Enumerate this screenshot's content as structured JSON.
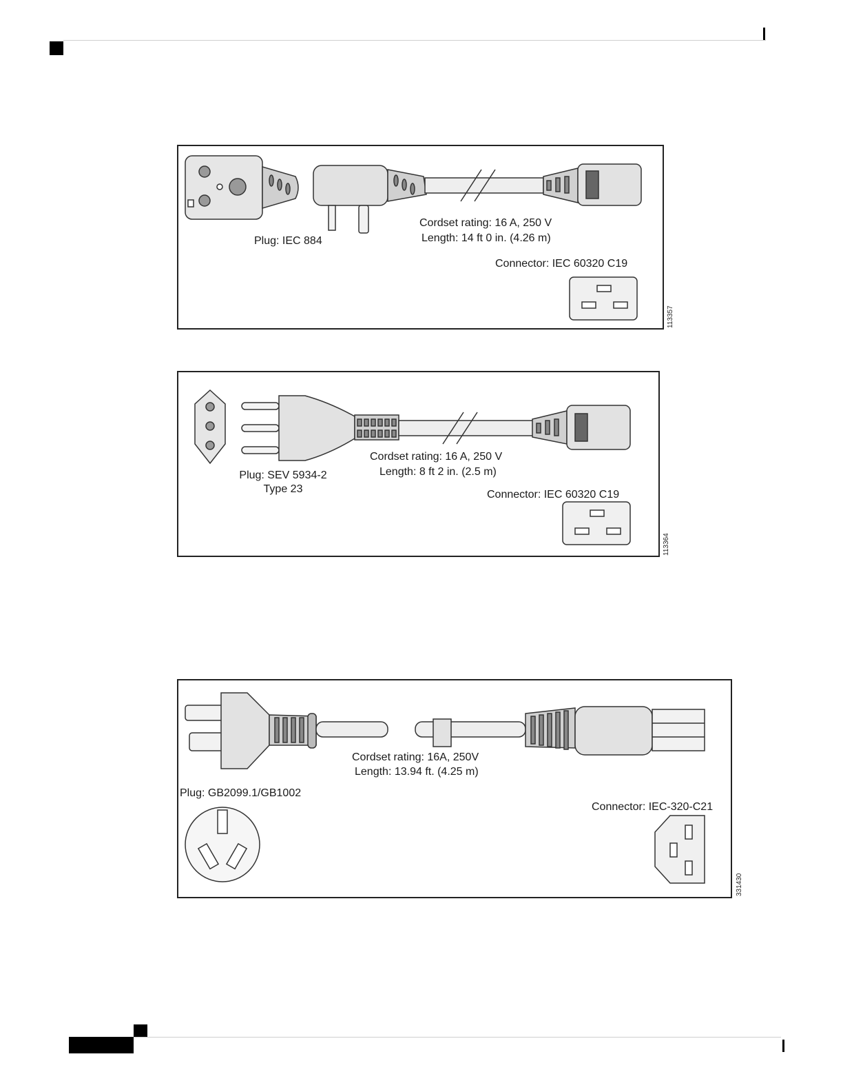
{
  "figures": [
    {
      "plug_label": "Plug: IEC 884",
      "rating_line1": "Cordset rating: 16 A, 250 V",
      "rating_line2": "Length: 14 ft 0 in. (4.26 m)",
      "connector_label": "Connector: IEC 60320 C19",
      "figure_number": "113357"
    },
    {
      "plug_label_line1": "Plug: SEV 5934-2",
      "plug_label_line2": "Type 23",
      "rating_line1": "Cordset rating: 16 A, 250 V",
      "rating_line2": "Length: 8 ft 2 in. (2.5 m)",
      "connector_label": "Connector: IEC 60320 C19",
      "figure_number": "113364"
    },
    {
      "plug_label": "Plug: GB2099.1/GB1002",
      "rating_line1": "Cordset rating:  16A, 250V",
      "rating_line2": "Length: 13.94 ft. (4.25 m)",
      "connector_label": "Connector: IEC-320-C21",
      "figure_number": "331430"
    }
  ]
}
